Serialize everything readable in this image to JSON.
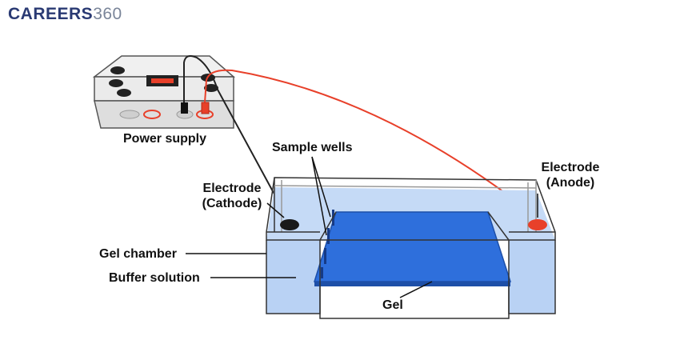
{
  "logo": {
    "brand": "CAREERS",
    "number": "360"
  },
  "labels": {
    "power_supply": "Power supply",
    "sample_wells": "Sample wells",
    "electrode_cathode_line1": "Electrode",
    "electrode_cathode_line2": "(Cathode)",
    "electrode_anode_line1": "Electrode",
    "electrode_anode_line2": "(Anode)",
    "gel_chamber": "Gel chamber",
    "buffer_solution": "Buffer solution",
    "gel": "Gel"
  },
  "colors": {
    "gel": "#2e6fdc",
    "buffer": "#b9d2f4",
    "anode": "#e8402a",
    "cathode": "#1a1a1a",
    "wire_red": "#e8402a",
    "wire_black": "#222222",
    "chamber_outline": "#333333"
  }
}
